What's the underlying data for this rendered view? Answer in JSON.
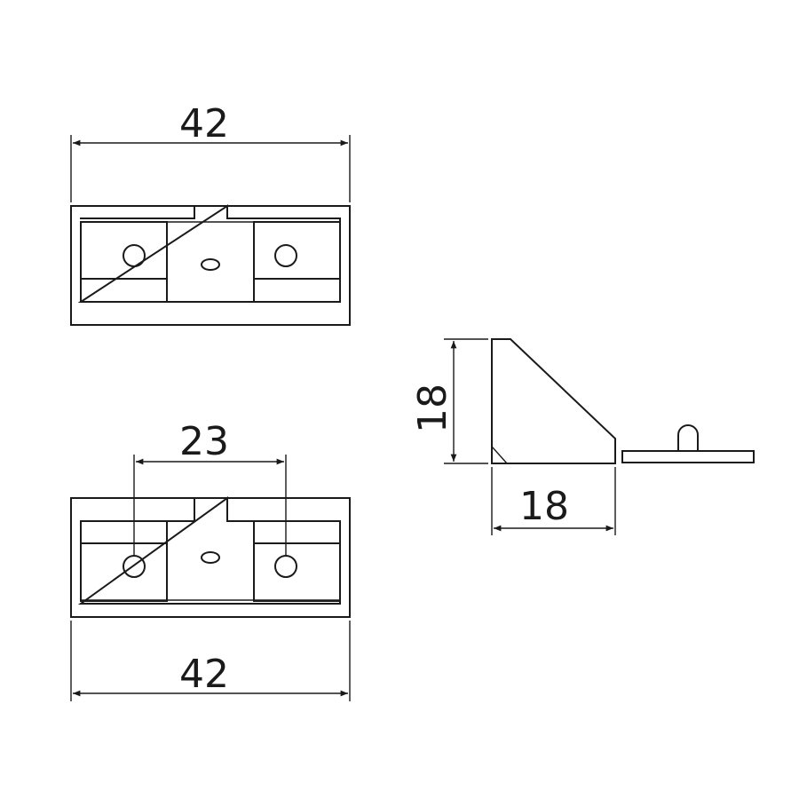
{
  "dimensions": {
    "top_width": "42",
    "hole_spacing": "23",
    "bottom_width": "42",
    "side_height": "18",
    "side_depth": "18"
  },
  "views": [
    "top-view",
    "bottom-view",
    "side-view",
    "flat-plate-view"
  ]
}
